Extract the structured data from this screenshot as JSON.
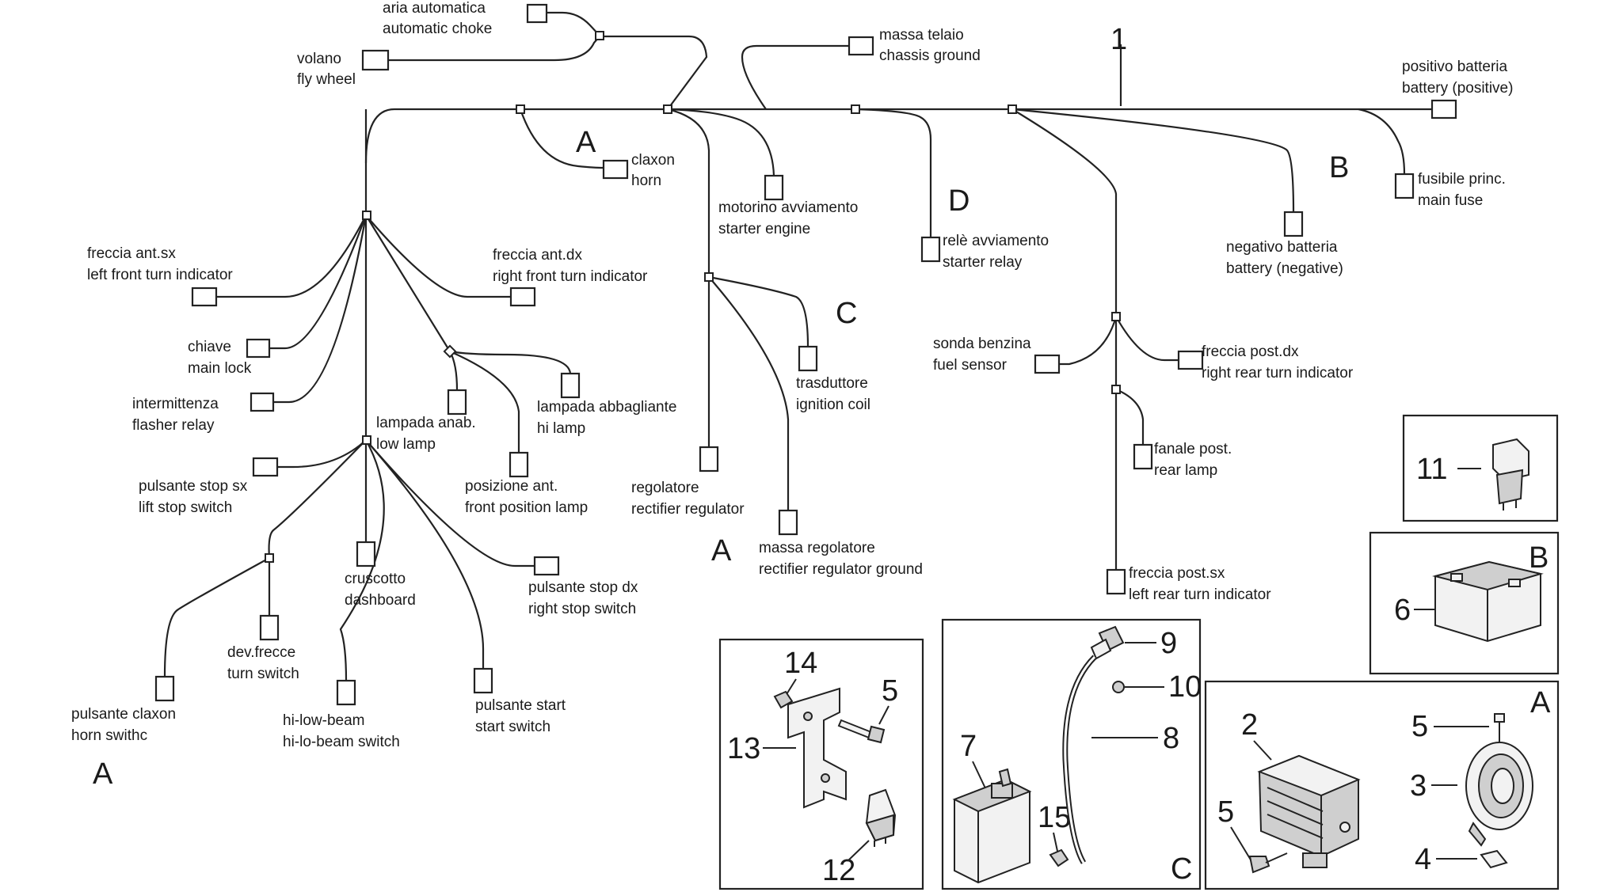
{
  "labels": {
    "aria_it": "aria automatica",
    "aria_en": "automatic choke",
    "volano_it": "volano",
    "volano_en": "fly wheel",
    "massa_it": "massa telaio",
    "massa_en": "chassis ground",
    "posbat_it": "positivo batteria",
    "posbat_en": "battery (positive)",
    "claxon_it": "claxon",
    "claxon_en": "horn",
    "motorino_it": "motorino avviamento",
    "motorino_en": "starter engine",
    "rele_it": "relè avviamento",
    "rele_en": "starter relay",
    "negbat_it": "negativo batteria",
    "negbat_en": "battery (negative)",
    "fusibile_it": "fusibile princ.",
    "fusibile_en": "main fuse",
    "fasx_it": "freccia ant.sx",
    "fasx_en": "left front turn indicator",
    "fadx_it": "freccia ant.dx",
    "fadx_en": "right front turn indicator",
    "chiave_it": "chiave",
    "chiave_en": "main lock",
    "interm_it": "intermittenza",
    "interm_en": "flasher relay",
    "trasd_it": "trasduttore",
    "trasd_en": "ignition coil",
    "sonda_it": "sonda benzina",
    "sonda_en": "fuel sensor",
    "fpdx_it": "freccia post.dx",
    "fpdx_en": "right rear turn indicator",
    "abbagl_it": "lampada abbagliante",
    "abbagl_en": "hi lamp",
    "anab_it": "lampada anab.",
    "anab_en": "low lamp",
    "fanale_it": "fanale post.",
    "fanale_en": "rear lamp",
    "stopsx_it": "pulsante stop sx",
    "stopsx_en": "lift stop switch",
    "posiz_it": "posizione ant.",
    "posiz_en": "front position lamp",
    "regol_it": "regolatore",
    "regol_en": "rectifier regulator",
    "massareg_it": "massa regolatore",
    "massareg_en": "rectifier regulator ground",
    "crusc_it": "cruscotto",
    "crusc_en": "dashboard",
    "stopdx_it": "pulsante stop dx",
    "stopdx_en": "right stop switch",
    "fpsx_it": "freccia post.sx",
    "fpsx_en": "left rear turn indicator",
    "devfr_it": "dev.frecce",
    "devfr_en": "turn switch",
    "claxsw_it": "pulsante claxon",
    "claxsw_en": "horn swithc",
    "hilow_it": "hi-low-beam",
    "hilow_en": "hi-lo-beam switch",
    "start_it": "pulsante start",
    "start_en": "start switch"
  },
  "sections": {
    "a": "A",
    "b": "B",
    "c": "C",
    "d": "D"
  },
  "callouts": {
    "n1": "1",
    "n2": "2",
    "n3": "3",
    "n4": "4",
    "n5": "5",
    "n6": "6",
    "n7": "7",
    "n8": "8",
    "n9": "9",
    "n10": "10",
    "n11": "11",
    "n12": "12",
    "n13": "13",
    "n14": "14",
    "n15": "15"
  }
}
